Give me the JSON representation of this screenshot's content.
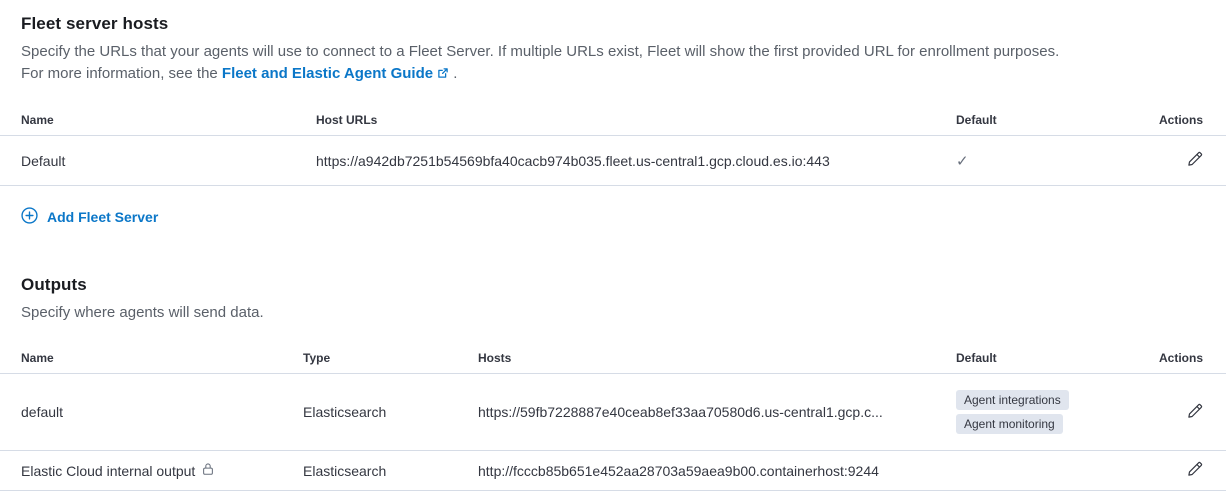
{
  "colors": {
    "link_blue": "#0b77c8",
    "badge_bg": "#e0e5ee",
    "border": "#d6dce6",
    "heading_text": "#1a1c21",
    "body_text": "#343741",
    "subdued_text": "#5a6069"
  },
  "fleet_section": {
    "title": "Fleet server hosts",
    "description_line1": "Specify the URLs that your agents will use to connect to a Fleet Server. If multiple URLs exist, Fleet will show the first provided URL for enrollment purposes.",
    "description_line2_prefix": "For more information, see the ",
    "guide_link_text": "Fleet and Elastic Agent Guide",
    "description_line2_suffix": " .",
    "table": {
      "headers": {
        "name": "Name",
        "host_urls": "Host URLs",
        "default": "Default",
        "actions": "Actions"
      },
      "rows": [
        {
          "name": "Default",
          "host_url": "https://a942db7251b54569bfa40cacb974b035.fleet.us-central1.gcp.cloud.es.io:443",
          "is_default_check": "✓"
        }
      ]
    },
    "add_button_label": "Add Fleet Server"
  },
  "outputs_section": {
    "title": "Outputs",
    "description": "Specify where agents will send data.",
    "table": {
      "headers": {
        "name": "Name",
        "type": "Type",
        "hosts": "Hosts",
        "default": "Default",
        "actions": "Actions"
      },
      "rows": [
        {
          "name": "default",
          "type": "Elasticsearch",
          "hosts": "https://59fb7228887e40ceab8ef33aa70580d6.us-central1.gcp.c...",
          "badges": [
            "Agent integrations",
            "Agent monitoring"
          ]
        },
        {
          "name": "Elastic Cloud internal output",
          "type": "Elasticsearch",
          "hosts": "http://fcccb85b651e452aa28703a59aea9b00.containerhost:9244"
        }
      ]
    }
  }
}
